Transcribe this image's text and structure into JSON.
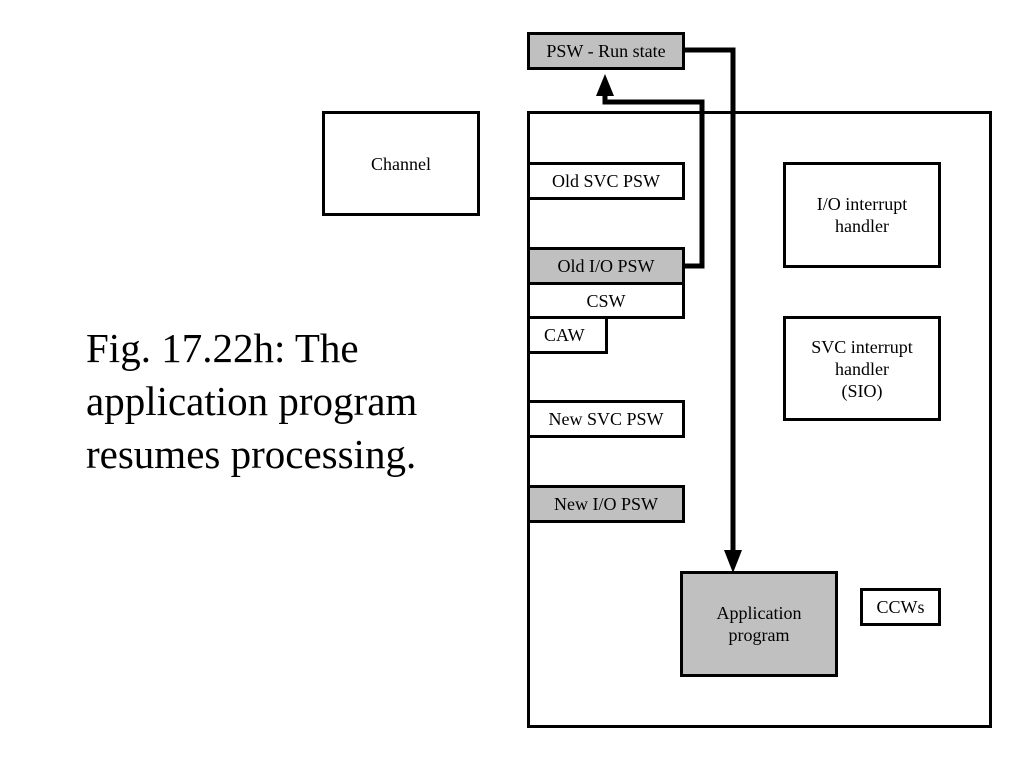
{
  "caption": "Fig. 17.22h: The\napplication program\nresumes processing.",
  "boxes": {
    "psw_run_state": "PSW - Run state",
    "channel": "Channel",
    "old_svc_psw": "Old SVC PSW",
    "old_io_psw": "Old I/O PSW",
    "csw": "CSW",
    "caw": "CAW",
    "new_svc_psw": "New SVC PSW",
    "new_io_psw": "New I/O PSW",
    "io_interrupt_handler": "I/O interrupt\nhandler",
    "svc_interrupt_handler": "SVC interrupt\nhandler\n(SIO)",
    "application_program": "Application\nprogram",
    "ccws": "CCWs"
  },
  "colors": {
    "shaded_fill": "#c0c0c0",
    "plain_fill": "#ffffff",
    "stroke": "#000000"
  }
}
